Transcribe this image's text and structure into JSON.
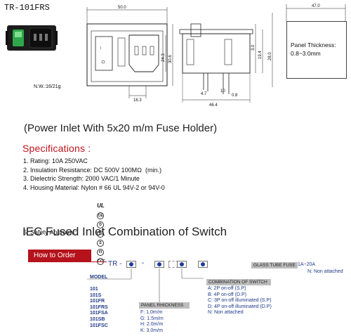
{
  "product": {
    "model": "TR-101FRS",
    "weight": "N.W.:16/21g"
  },
  "drawing": {
    "dims": {
      "width_top": "50.0",
      "width_side": "47.0",
      "h_inner": "24.3",
      "h_outer": "30.6",
      "body_w": "16.3",
      "h_panel": "19.4",
      "h_top": "3.0",
      "h_right": "28.0",
      "gap_a": "4.7",
      "gap_b": "10",
      "gap_c": "0.8",
      "depth": "46.4"
    },
    "panel": {
      "line1": "Panel Thickness:",
      "line2": "0.8~3.0mm"
    }
  },
  "tagline": "(Power Inlet With 5x20 m/m Fuse Holder)",
  "specs": {
    "title": "Specifications :",
    "items": [
      "1. Rating: 10A 250VAC",
      "2. Insulation Resistance: DC 500V 100MΩ  (min.)",
      "3. Dielectric Strength: 2000 VAC/1 Minute",
      "4. Housing Material: Nylon # 66 UL 94V-2 or 94V-0",
      "5. Safety Approval:"
    ],
    "approvals": [
      "UL",
      "CE",
      "D",
      "N",
      "S",
      "FI",
      "CCC"
    ]
  },
  "iec_title": "IEC Fused Inlet Combination of Switch",
  "order": {
    "label": "How to Order",
    "prefix": "TR -",
    "dash": "-",
    "model_header": "MODEL",
    "models": [
      "101",
      "101S",
      "101FR",
      "101FRS",
      "101FSA",
      "101SB",
      "101FSC"
    ],
    "panel_header": "PANEL RHICKNESS",
    "panels": [
      "F: 1.0m/m",
      "G: 1.5m/m",
      "H: 2.0m/m",
      "K: 3.0m/m"
    ],
    "switch_header": "COMBINATION OF SWITCH",
    "switches": [
      "A: 2P on-off (S.P)",
      "B: 4P on-off (D.P)",
      "C: 3P on-off illuminated (S.P)",
      "D: 4P on-off illuminated (D.P)",
      "N: Non attached"
    ],
    "fuse_header": "GLASS TUBE FUSE",
    "fuse_range": "1A~20A",
    "fuse_none": "N: Non attached"
  }
}
